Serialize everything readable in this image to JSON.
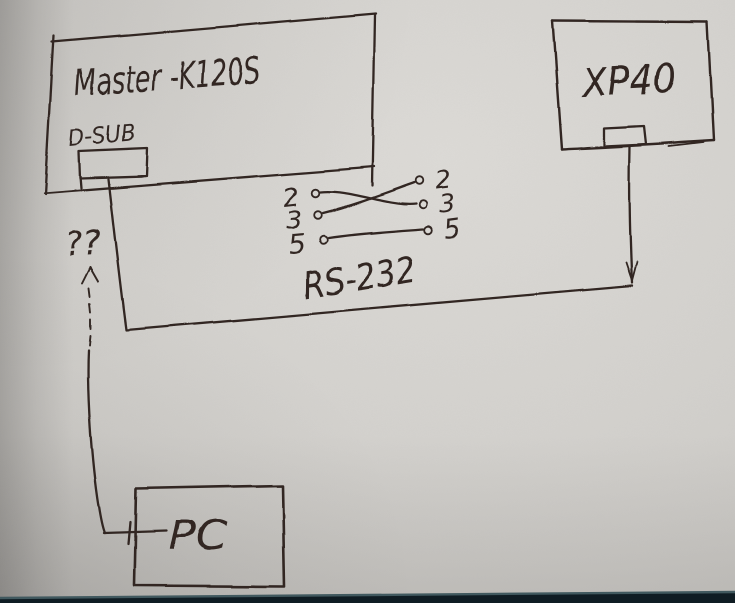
{
  "boxes": {
    "master": {
      "label": "Master -K120S",
      "port_label": "D-SUB"
    },
    "xp40": {
      "label": "XP40"
    },
    "pc": {
      "label": "PC"
    }
  },
  "bus": {
    "label": "RS-232"
  },
  "pins": {
    "left": [
      "2",
      "3",
      "5"
    ],
    "right": [
      "2",
      "3",
      "5"
    ]
  },
  "connections": [
    {
      "from": "left pin 2",
      "to": "right pin 3",
      "style": "crossed"
    },
    {
      "from": "left pin 3",
      "to": "right pin 2",
      "style": "crossed"
    },
    {
      "from": "left pin 5",
      "to": "right pin 5",
      "style": "straight"
    },
    {
      "from": "Master -K120S D-SUB port",
      "to": "XP40 port",
      "via": "RS-232"
    },
    {
      "from": "PC",
      "to": "??",
      "style": "dashed-arrow"
    }
  ],
  "annotations": {
    "unknown_marker": "??"
  },
  "colors": {
    "paper": "#d2d0cc",
    "ink": "#362d28",
    "table_edge_dark": "#0f1c23",
    "table_edge_light": "#41595f"
  }
}
